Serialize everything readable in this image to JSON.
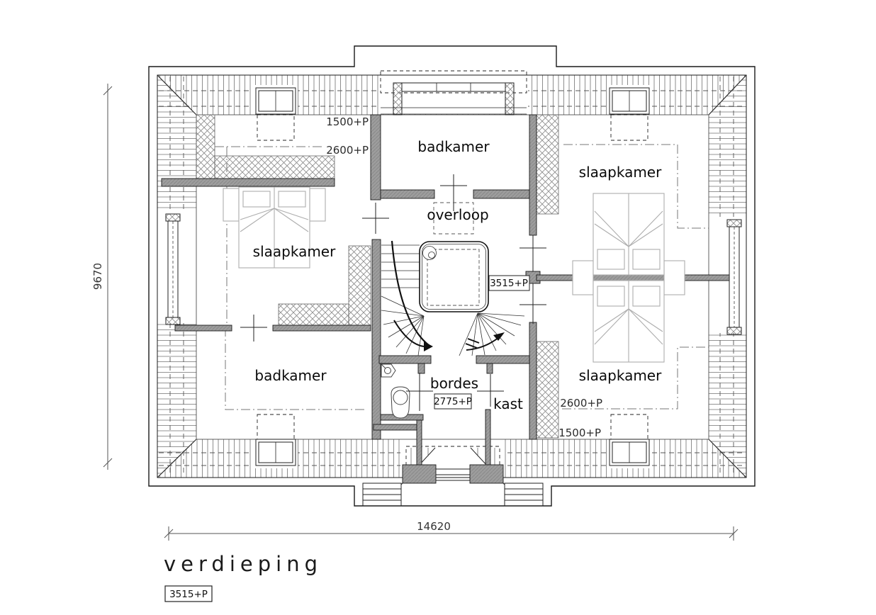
{
  "title": {
    "text": "verdieping",
    "level_box": "3515+P"
  },
  "rooms": {
    "badkamer_top": "badkamer",
    "slaapkamer_left": "slaapkamer",
    "slaapkamer_top_right": "slaapkamer",
    "slaapkamer_bottom_right": "slaapkamer",
    "badkamer_bottom": "badkamer",
    "overloop": "overloop",
    "bordes": "bordes",
    "kast": "kast"
  },
  "levels": {
    "top_1500": "1500+P",
    "top_2600": "2600+P",
    "shower_3515": "3515+P",
    "bordes_2775": "2775+P",
    "bottom_2600": "2600+P",
    "bottom_1500": "1500+P"
  },
  "dimensions": {
    "height_mm": "9670",
    "width_mm": "14620"
  },
  "colors": {
    "wall_gray": "#979797",
    "line": "#1a1a1a",
    "hatch": "#707070",
    "bed_line": "#adadad"
  }
}
